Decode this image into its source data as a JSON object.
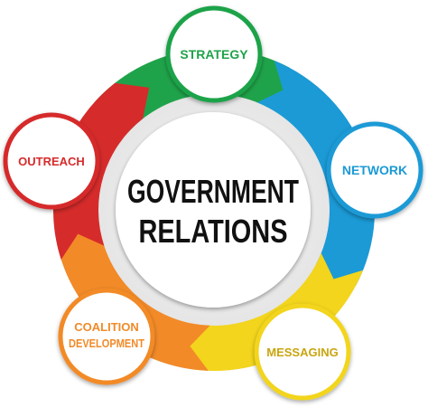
{
  "center": {
    "line1": "GOVERNMENT",
    "line2": "RELATIONS"
  },
  "nodes": [
    {
      "key": "strategy",
      "label": "STRATEGY",
      "color": "#1fa34a"
    },
    {
      "key": "network",
      "label": "NETWORK",
      "color": "#1b9ad6"
    },
    {
      "key": "messaging",
      "label": "MESSAGING",
      "color": "#f2d51c"
    },
    {
      "key": "coalition",
      "label_line1": "COALITION",
      "label_line2": "DEVELOPMENT",
      "color": "#f28a28"
    },
    {
      "key": "outreach",
      "label": "OUTREACH",
      "color": "#d62b2b"
    }
  ],
  "colors": {
    "ring_background": "#e2e2e2",
    "center_fill": "#ffffff",
    "center_text": "#111111",
    "messaging_text": "#c9a50f"
  }
}
